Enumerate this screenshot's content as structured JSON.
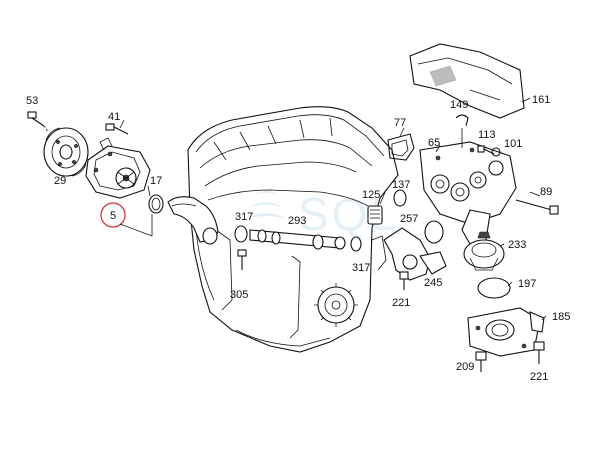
{
  "labels": {
    "l53": "53",
    "l41": "41",
    "l29": "29",
    "l17": "17",
    "l5": "5",
    "l77": "77",
    "l149": "149",
    "l161": "161",
    "l65": "65",
    "l113": "113",
    "l101": "101",
    "l89": "89",
    "l125": "125",
    "l137": "137",
    "l257": "257",
    "l317a": "317",
    "l293": "293",
    "l317b": "317",
    "l305": "305",
    "l221a": "221",
    "l245": "245",
    "l233": "233",
    "l197": "197",
    "l185": "185",
    "l209": "209",
    "l221b": "221"
  },
  "highlight": {
    "part": "5",
    "color": "#d9343a"
  },
  "watermark": {
    "text": "SQL",
    "color": "#cfe4ee"
  }
}
